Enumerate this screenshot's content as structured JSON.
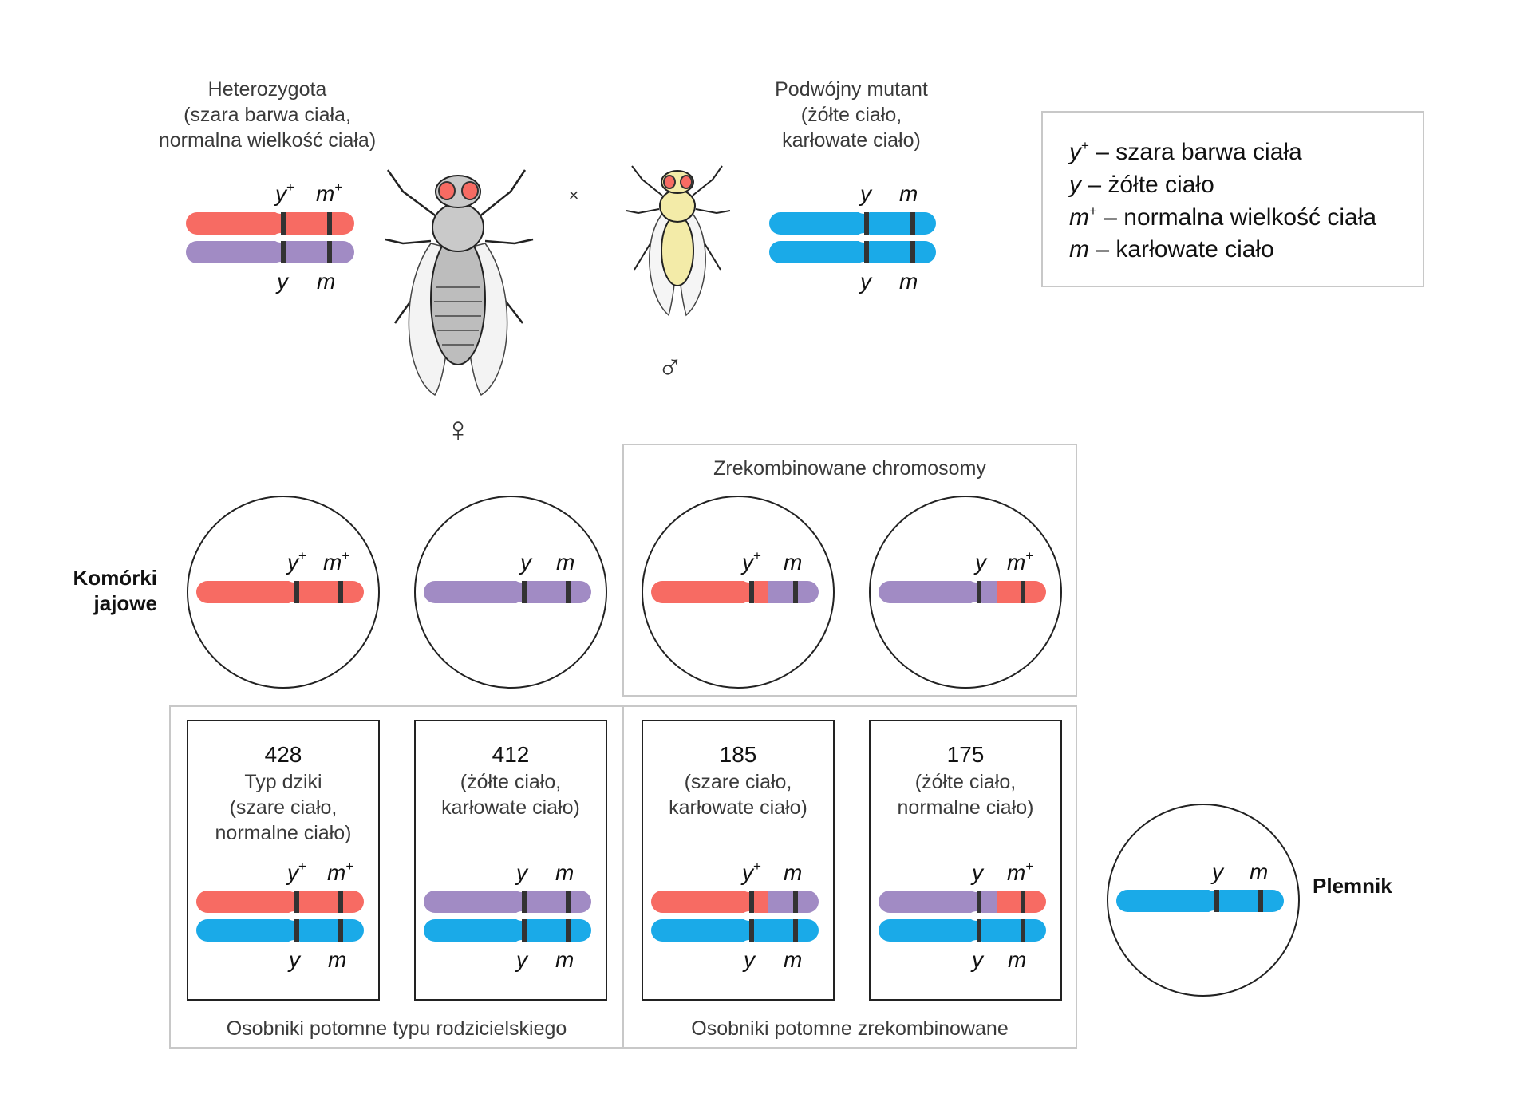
{
  "parents": {
    "female_title": [
      "Heterozygota",
      "(szara barwa ciała,",
      "normalna wielkość ciała)"
    ],
    "male_title": [
      "Podwójny mutant",
      "(żółte ciało,",
      "karłowate ciało)"
    ],
    "cross_symbol": "×",
    "female_symbol": "♀",
    "male_symbol": "♂"
  },
  "genes": {
    "y": "y",
    "m": "m",
    "plus": "+"
  },
  "legend": [
    {
      "gene": "y",
      "plus": "+",
      "text": " – szara barwa ciała"
    },
    {
      "gene": "y",
      "plus": "",
      "text": " – żółte ciało"
    },
    {
      "gene": "m",
      "plus": "+",
      "text": " – normalna wielkość ciała"
    },
    {
      "gene": "m",
      "plus": "",
      "text": " – karłowate ciało"
    }
  ],
  "eggs_label": [
    "Komórki",
    "jajowe"
  ],
  "recombined_box_title": "Zrekombinowane chromosomy",
  "sperm_label": "Plemnik",
  "offspring": [
    {
      "count": "428",
      "lines": [
        "Typ dziki",
        "(szare ciało,",
        "normalne ciało)"
      ]
    },
    {
      "count": "412",
      "lines": [
        "(żółte ciało,",
        "karłowate ciało)"
      ]
    },
    {
      "count": "185",
      "lines": [
        "(szare ciało,",
        "karłowate ciało)"
      ]
    },
    {
      "count": "175",
      "lines": [
        "(żółte ciało,",
        "normalne ciało)"
      ]
    }
  ],
  "group_labels": {
    "parental": "Osobniki potomne typu rodzicielskiego",
    "recombinant": "Osobniki potomne zrekombinowane"
  },
  "colors": {
    "red": "#f76b63",
    "purple": "#a18bc4",
    "blue": "#1aaae8",
    "band": "#333333",
    "box_border": "#c8c8c8",
    "gray_fly": "#c9c9c9",
    "yellow_fly": "#f3eba8"
  }
}
